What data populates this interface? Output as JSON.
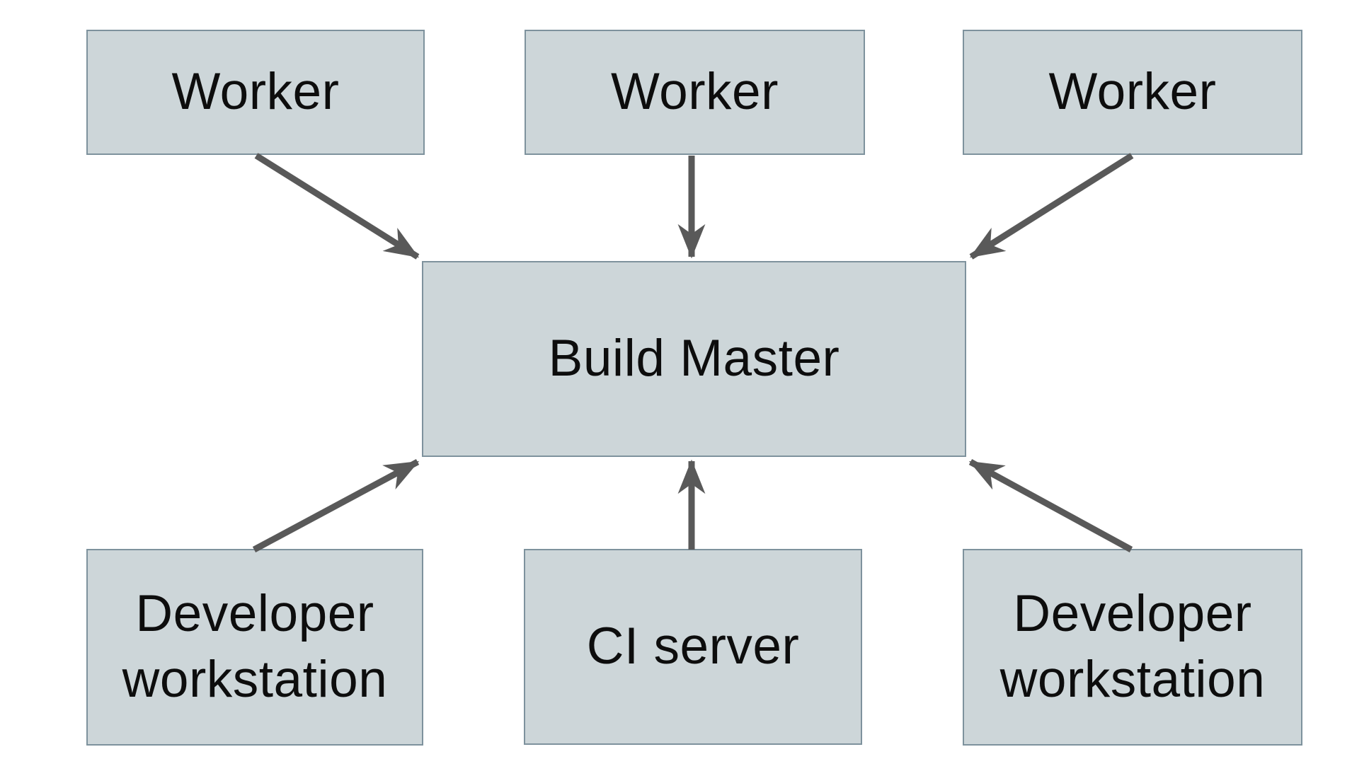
{
  "diagram": {
    "description": "Distributed build system diagram: workers, developer workstations and a CI server all connect to a central Build Master",
    "nodes": [
      {
        "id": "worker-1",
        "label": "Worker"
      },
      {
        "id": "worker-2",
        "label": "Worker"
      },
      {
        "id": "worker-3",
        "label": "Worker"
      },
      {
        "id": "build-master",
        "label": "Build Master"
      },
      {
        "id": "developer-workstation-left",
        "label": "Developer workstation"
      },
      {
        "id": "ci-server",
        "label": "CI server"
      },
      {
        "id": "developer-workstation-right",
        "label": "Developer workstation"
      }
    ],
    "edges": [
      {
        "from": "worker-1",
        "to": "build-master"
      },
      {
        "from": "worker-2",
        "to": "build-master"
      },
      {
        "from": "worker-3",
        "to": "build-master"
      },
      {
        "from": "developer-workstation-left",
        "to": "build-master"
      },
      {
        "from": "ci-server",
        "to": "build-master"
      },
      {
        "from": "developer-workstation-right",
        "to": "build-master"
      }
    ],
    "colors": {
      "node_fill": "#cdd6d9",
      "node_border": "#7e929d",
      "arrow": "#595959",
      "text": "#0d0d0d",
      "background": "#ffffff"
    }
  }
}
